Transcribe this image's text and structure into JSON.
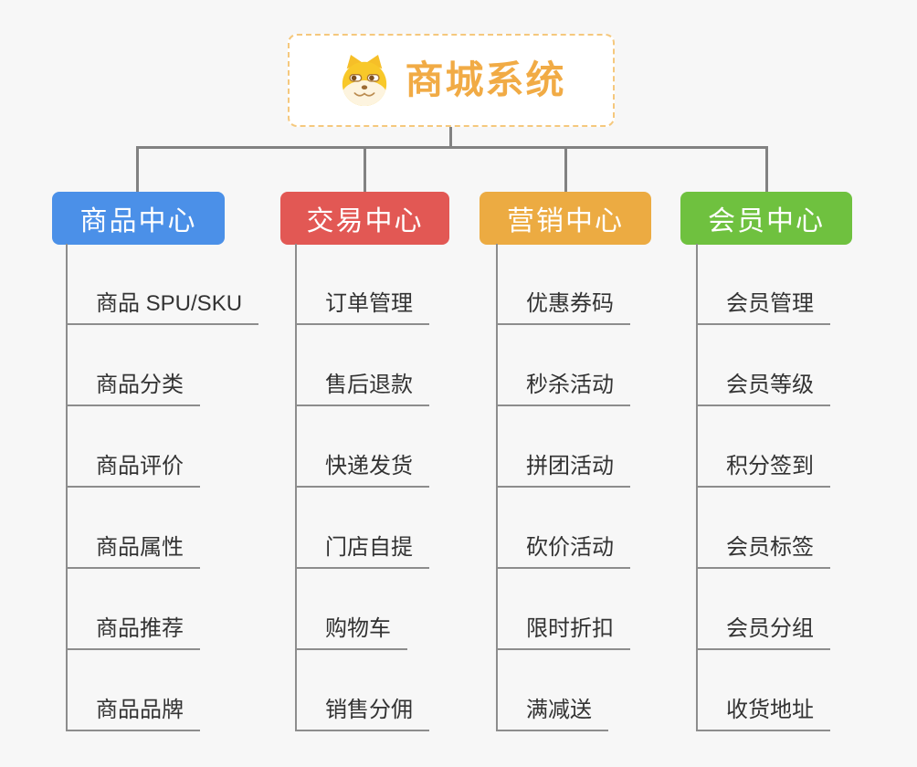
{
  "diagram": {
    "root": {
      "title": "商城系统",
      "icon": "shiba-dog-icon",
      "accent_color": "#f1ab45",
      "border_color": "#f5c87d"
    },
    "connector_color": "#828282",
    "branches": [
      {
        "id": "product-center",
        "label": "商品中心",
        "color": "#4b90e8",
        "items": [
          "商品 SPU/SKU",
          "商品分类",
          "商品评价",
          "商品属性",
          "商品推荐",
          "商品品牌"
        ]
      },
      {
        "id": "trade-center",
        "label": "交易中心",
        "color": "#e25854",
        "items": [
          "订单管理",
          "售后退款",
          "快递发货",
          "门店自提",
          "购物车",
          "销售分佣"
        ]
      },
      {
        "id": "marketing-center",
        "label": "营销中心",
        "color": "#ecab42",
        "items": [
          "优惠券码",
          "秒杀活动",
          "拼团活动",
          "砍价活动",
          "限时折扣",
          "满减送"
        ]
      },
      {
        "id": "member-center",
        "label": "会员中心",
        "color": "#6fc13f",
        "items": [
          "会员管理",
          "会员等级",
          "积分签到",
          "会员标签",
          "会员分组",
          "收货地址"
        ]
      }
    ]
  }
}
